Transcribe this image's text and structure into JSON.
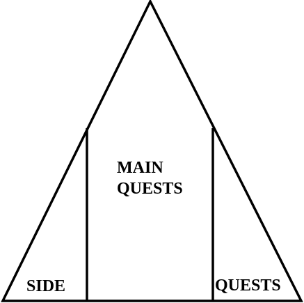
{
  "diagram": {
    "type": "triangle-sections",
    "line_color": "#000000",
    "background_color": "#ffffff",
    "sections": {
      "center": {
        "line1": "MAIN",
        "line2": "QUESTS"
      },
      "left": {
        "label": "SIDE"
      },
      "right": {
        "label": "QUESTS"
      }
    }
  }
}
